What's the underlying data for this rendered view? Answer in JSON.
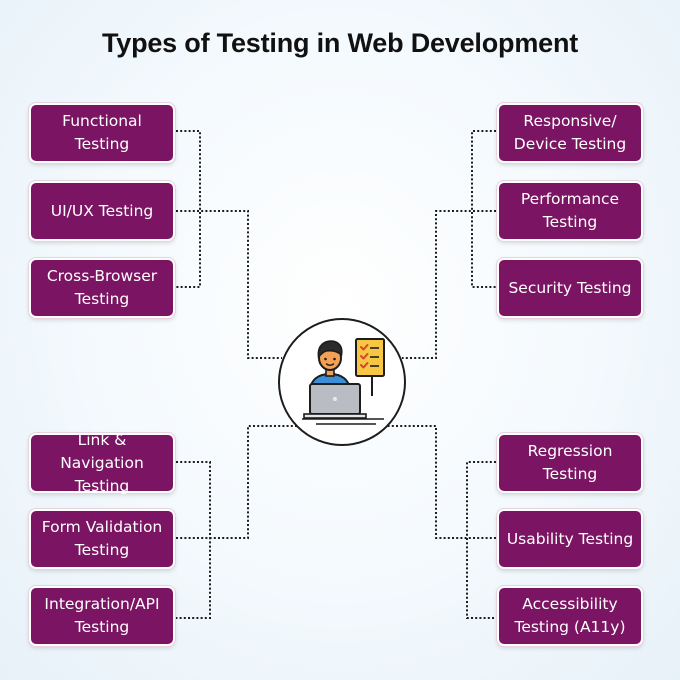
{
  "title": "Types of Testing in Web Development",
  "boxes": {
    "functional": "Functional Testing",
    "uiux": "UI/UX Testing",
    "cross_browser": "Cross-Browser Testing",
    "responsive": "Responsive/ Device Testing",
    "performance": "Performance Testing",
    "security": "Security Testing",
    "link_navigation": "Link & Navigation Testing",
    "form_validation": "Form Validation Testing",
    "integration_api": "Integration/API Testing",
    "regression": "Regression Testing",
    "usability": "Usability Testing",
    "accessibility": "Accessibility Testing (A11y)"
  },
  "colors": {
    "box_fill": "#7b1563",
    "box_text": "#ffffff",
    "connector": "#1d1d1d",
    "checklist": "#f7c744"
  },
  "icons": {
    "hub": "tester-at-laptop-with-checklist-icon"
  }
}
